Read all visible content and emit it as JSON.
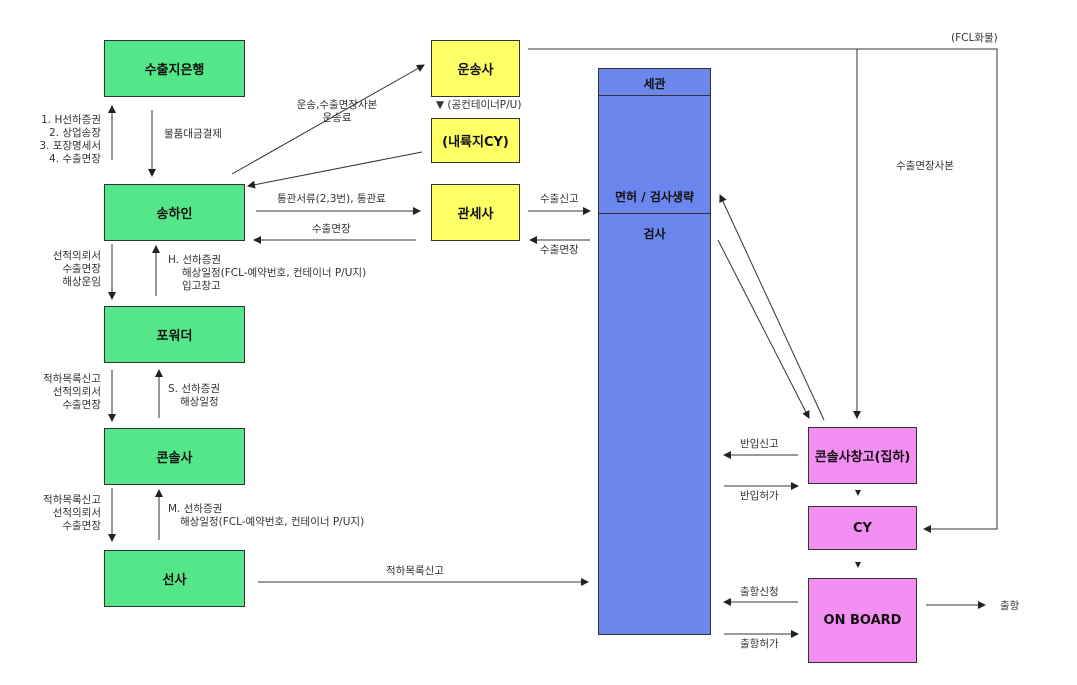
{
  "nodes": {
    "bank": "수출지은행",
    "shipper": "송하인",
    "forwarder": "포워더",
    "consolidator": "콘솔사",
    "carrier": "선사",
    "transport": "운송사",
    "inland_cy": "(내륙지CY)",
    "customs_broker": "관세사",
    "customs": "세관",
    "customs_mid": "면허 / 검사생략",
    "customs_check": "검사",
    "cfs": "콘솔사창고(집하)",
    "cy": "CY",
    "on_board": "ON BOARD"
  },
  "labels": {
    "docs_up": [
      "1. H선하증권",
      "2. 상업송장",
      "3. 포장명세서",
      "4. 수출면장"
    ],
    "payment": "물품대금결제",
    "transport_docs": [
      "운송,수출면장사본",
      "운송료"
    ],
    "container_pu": "▼ (공컨테이너P/U)",
    "customs_docs": "통관서류(2,3번), 통관료",
    "export_license_back": "수출면장",
    "export_declaration": "수출신고",
    "export_license_customs": "수출면장",
    "shipper_to_fwd": [
      "선적의뢰서",
      "수출면장",
      "해상운임"
    ],
    "fwd_to_shipper": [
      "H. 선하증권",
      "해상일정(FCL-예약번호, 컨테이너 P/U지)",
      "입고창고"
    ],
    "fwd_to_consol": [
      "적하목록신고",
      "선적의뢰서",
      "수출면장"
    ],
    "consol_to_fwd": [
      "S. 선하증권",
      "해상일정"
    ],
    "consol_to_carrier": [
      "적하목록신고",
      "선적의뢰서",
      "수출면장"
    ],
    "carrier_to_consol": [
      "M. 선하증권",
      "해상일정(FCL-예약번호, 컨테이너 P/U지)"
    ],
    "manifest": "적하목록신고",
    "fcl": "(FCL화물)",
    "export_license_copy": "수출면장사본",
    "import_report": "반입신고",
    "import_permit": "반입허가",
    "departure_request": "출항신청",
    "departure_permit": "출항허가",
    "departure": "출항"
  }
}
